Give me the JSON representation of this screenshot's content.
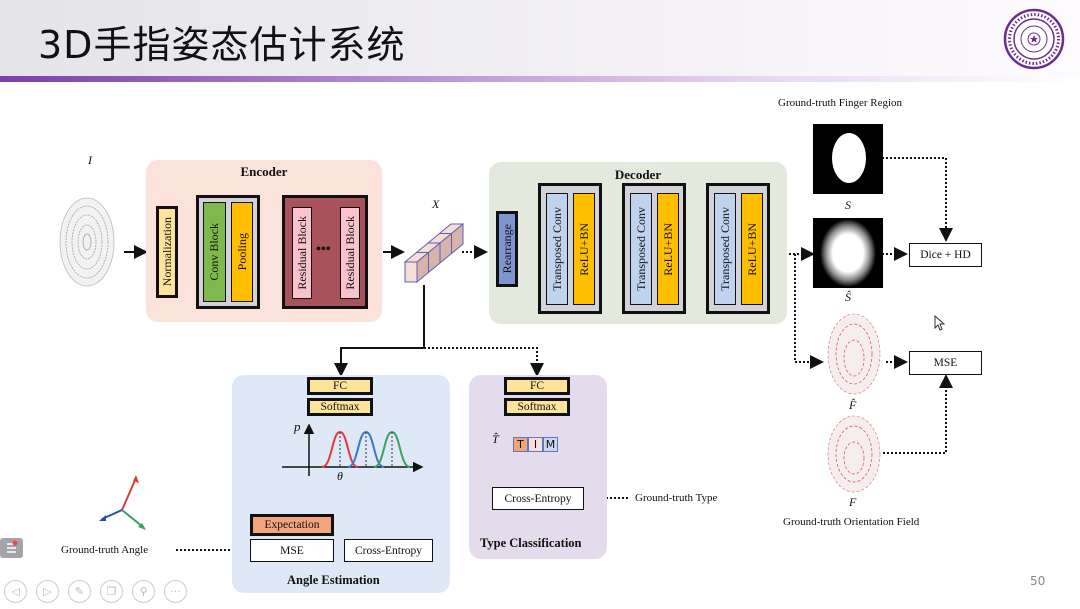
{
  "slide": {
    "title": "3D手指姿态估计系统",
    "page_number": "50",
    "logo": "tsinghua-university-seal"
  },
  "input": {
    "symbol": "I",
    "label_icon": "fingerprint-image"
  },
  "encoder": {
    "title": "Encoder",
    "normalization": "Normalization",
    "conv_block": "Conv Block",
    "pooling": "Pooling",
    "residual_block_1": "Residual Block",
    "ellipsis": "•••",
    "residual_block_2": "Residual Block",
    "colors": {
      "panel": "#fbe3dc",
      "normalization": "#fde49a",
      "conv": "#7fb94e",
      "pooling": "#ffbf00",
      "residual_outer": "#a8525c",
      "residual_inner": "#f8c3cc"
    }
  },
  "feature": {
    "symbol": "X"
  },
  "decoder": {
    "title": "Decoder",
    "rearrange": "Rearrange",
    "blocks": [
      {
        "conv": "Transposed Conv",
        "act": "ReLU+BN"
      },
      {
        "conv": "Transposed Conv",
        "act": "ReLU+BN"
      },
      {
        "conv": "Transposed Conv",
        "act": "ReLU+BN"
      }
    ],
    "colors": {
      "panel": "#e3e9dc",
      "rearrange": "#7e95cf",
      "conv": "#bfd3ef",
      "act": "#ffbf00"
    }
  },
  "finger_region": {
    "title": "Ground-truth Finger Region",
    "gt_symbol": "S",
    "pred_symbol": "Ŝ",
    "loss": "Dice + HD"
  },
  "orientation": {
    "pred_symbol": "F̂",
    "gt_symbol": "F",
    "loss": "MSE",
    "title": "Ground-truth Orientation Field"
  },
  "angle_estimation": {
    "title": "Angle Estimation",
    "fc": "FC",
    "softmax": "Softmax",
    "p_axis": "p",
    "theta_axis": "θ",
    "expectation": "Expectation",
    "mse": "MSE",
    "cross_entropy": "Cross-Entropy",
    "gt_label": "Ground-truth Angle",
    "colors": {
      "panel": "#dfe8f7",
      "curve1": "#e03b3b",
      "curve2": "#3a78c9",
      "curve3": "#3aa35a",
      "expectation": "#f4a47a"
    }
  },
  "type_classification": {
    "title": "Type Classification",
    "fc": "FC",
    "softmax": "Softmax",
    "t_symbol": "T̂",
    "classes": [
      "T",
      "I",
      "M"
    ],
    "cross_entropy": "Cross-Entropy",
    "gt_label": "Ground-truth Type",
    "colors": {
      "panel": "#e4dcec"
    }
  }
}
